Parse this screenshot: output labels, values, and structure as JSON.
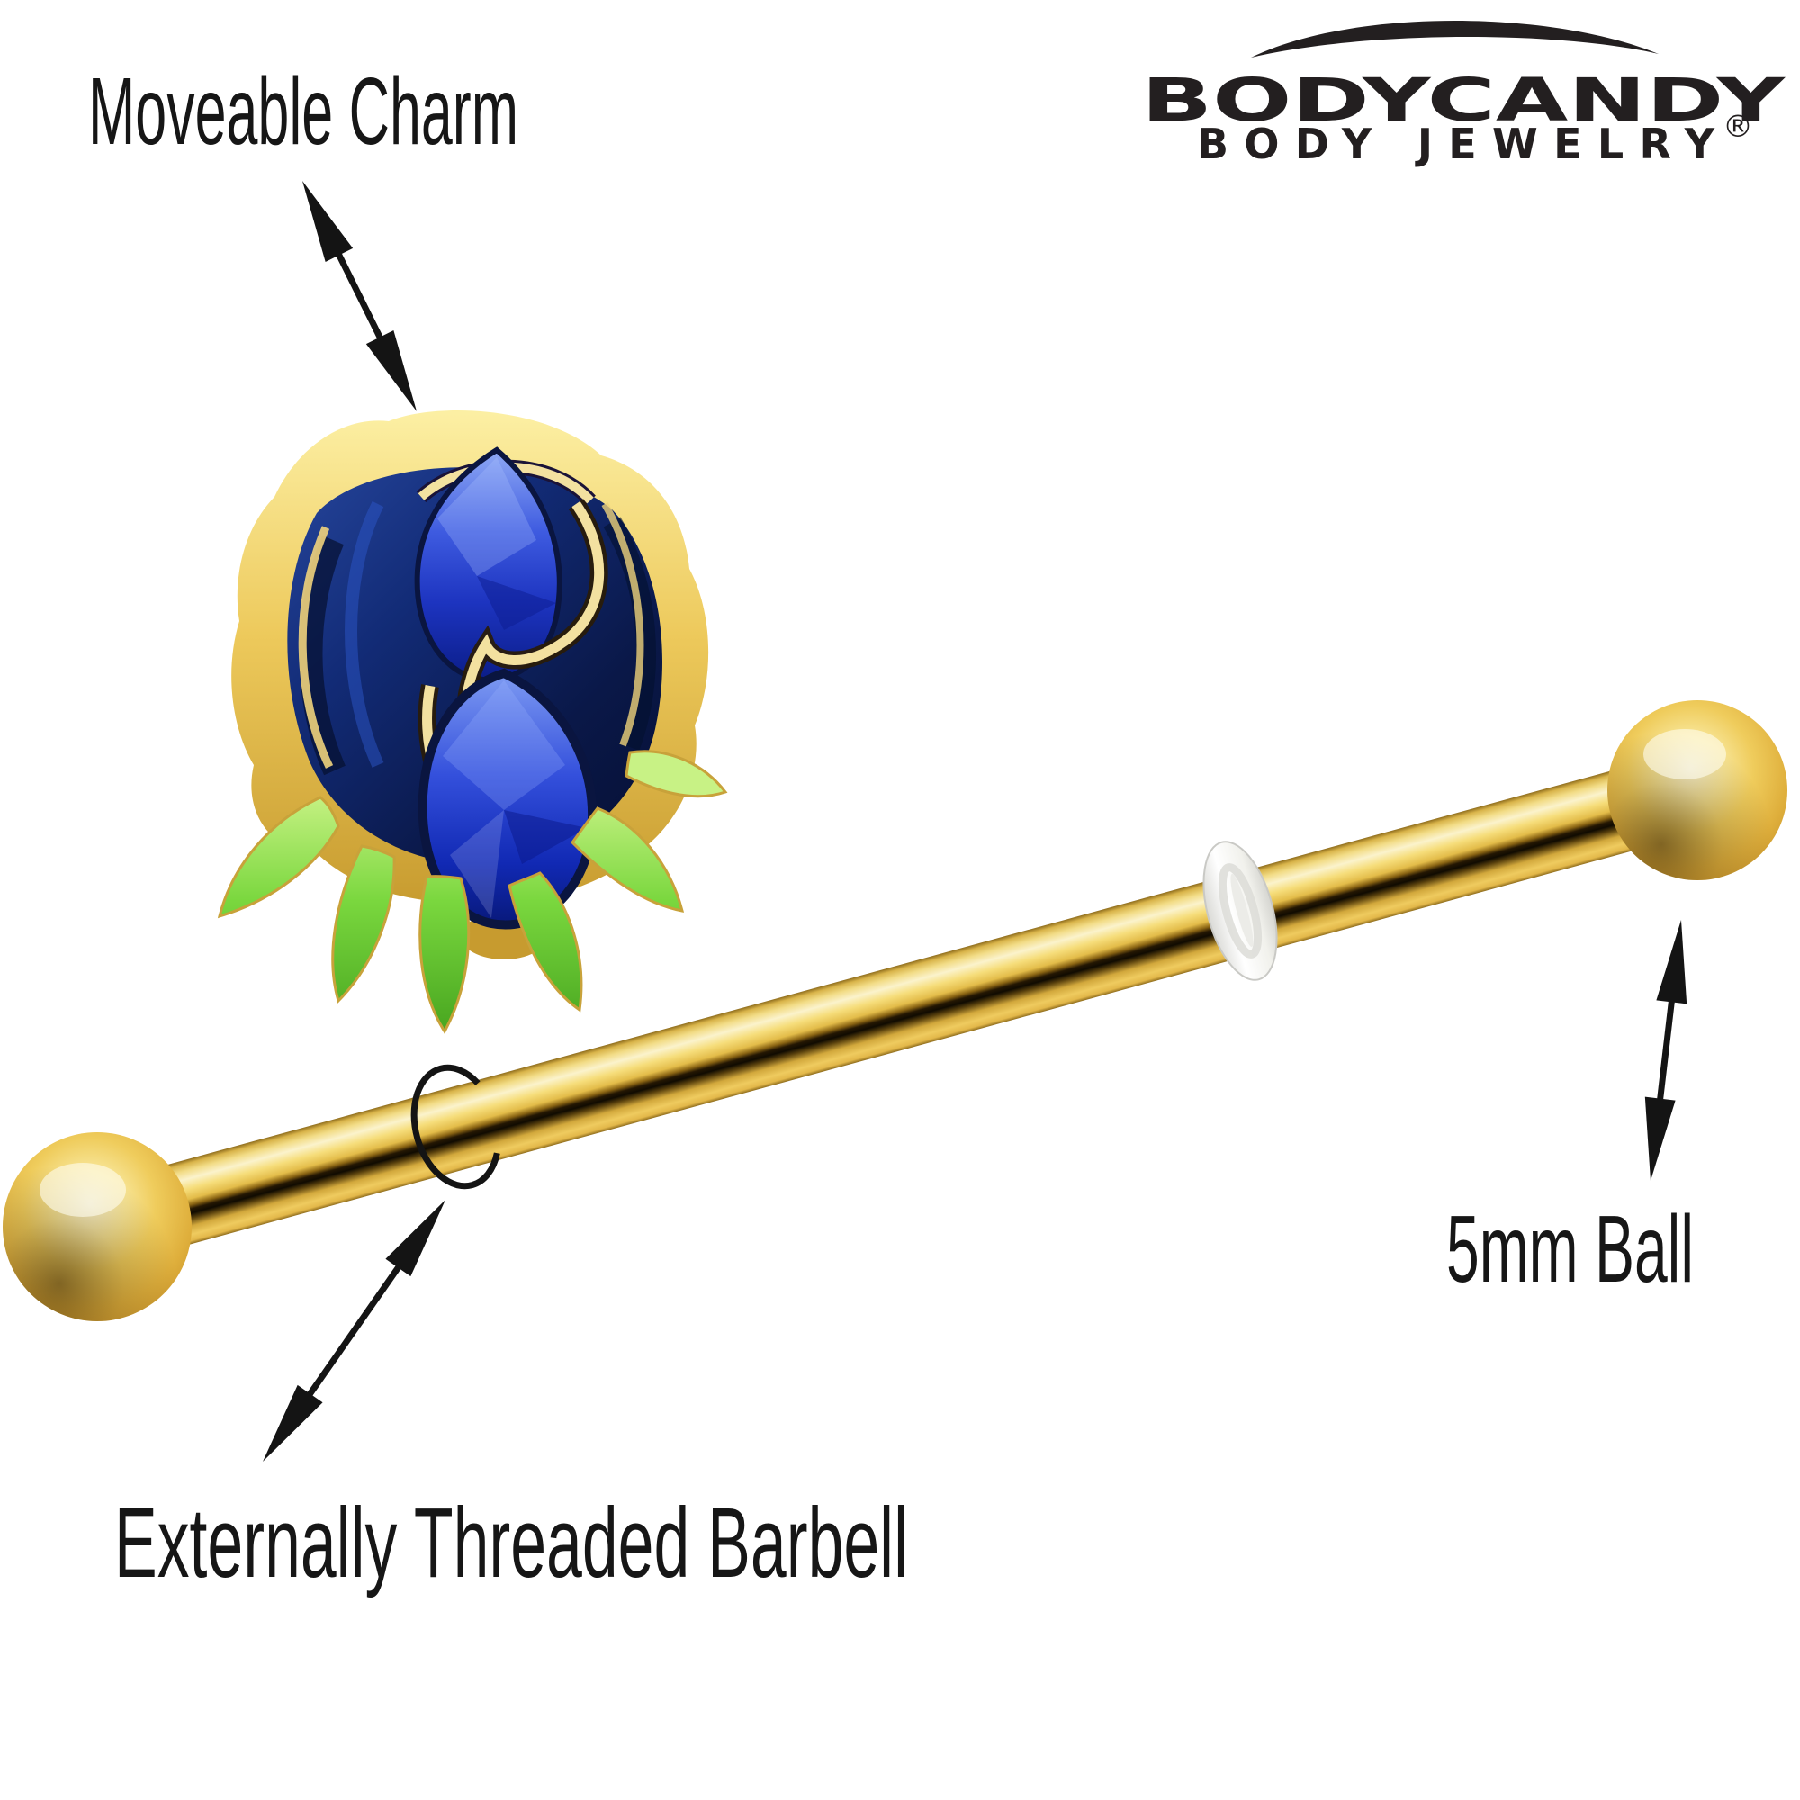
{
  "page": {
    "background": "#FFFFFF"
  },
  "logo": {
    "brand": "BODYCANDY",
    "tagline": "BODY JEWELRY",
    "registered_mark": "®",
    "color": "#231F20"
  },
  "callouts": {
    "charm": {
      "label": "Moveable Charm"
    },
    "ball": {
      "label": "5mm Ball"
    },
    "barbell": {
      "label": "Externally Threaded Barbell"
    }
  },
  "product_parts": {
    "charm": "blue-rose-moveable-charm",
    "shaft": "gold-industrial-barbell-shaft",
    "left_ball": "5mm-gold-ball",
    "right_ball": "5mm-gold-ball",
    "o_ring": "clear-retainer-o-ring",
    "threading_marker": "external-threading-position-ring"
  },
  "colors": {
    "annotation_black": "#141414",
    "gold": "#E6BC48",
    "gold_highlight": "#FBF3CC",
    "gold_shadow": "#8F6D1D",
    "gem_blue": "#2E4FD8",
    "petal_navy": "#0D1F5C",
    "leaf_green": "#5FC22E",
    "oring_white": "#F2F2EF",
    "logo_black": "#231F20"
  }
}
